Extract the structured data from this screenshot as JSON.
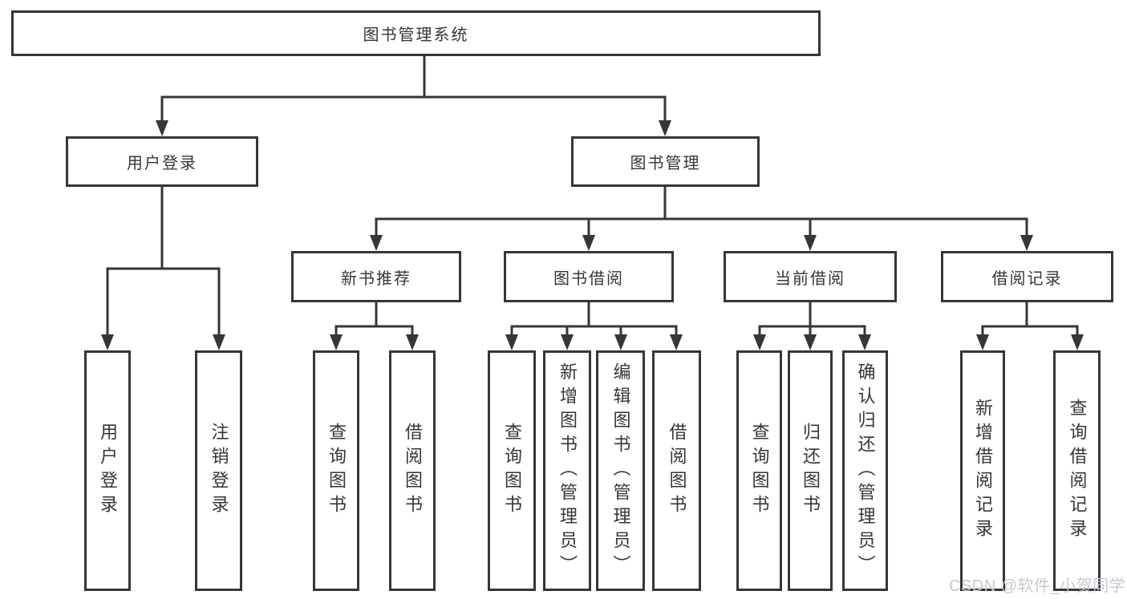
{
  "tree": {
    "label": "图书管理系统",
    "children": [
      {
        "label": "用户登录",
        "children": [
          {
            "label": "用户登录"
          },
          {
            "label": "注销登录"
          }
        ]
      },
      {
        "label": "图书管理",
        "children": [
          {
            "label": "新书推荐",
            "children": [
              {
                "label": "查询图书"
              },
              {
                "label": "借阅图书"
              }
            ]
          },
          {
            "label": "图书借阅",
            "children": [
              {
                "label": "查询图书"
              },
              {
                "label": "新增图书（管理员）"
              },
              {
                "label": "编辑图书（管理员）"
              },
              {
                "label": "借阅图书"
              }
            ]
          },
          {
            "label": "当前借阅",
            "children": [
              {
                "label": "查询图书"
              },
              {
                "label": "归还图书"
              },
              {
                "label": "确认归还（管理员）"
              }
            ]
          },
          {
            "label": "借阅记录",
            "children": [
              {
                "label": "新增借阅记录"
              },
              {
                "label": "查询借阅记录"
              }
            ]
          }
        ]
      }
    ]
  },
  "watermark": {
    "text": "CSDN @软件_小贺同学"
  },
  "colors": {
    "line": "#363636",
    "box_border": "#363636",
    "text": "#363636",
    "background": "#ffffff",
    "watermark": "#c8c8d2"
  }
}
